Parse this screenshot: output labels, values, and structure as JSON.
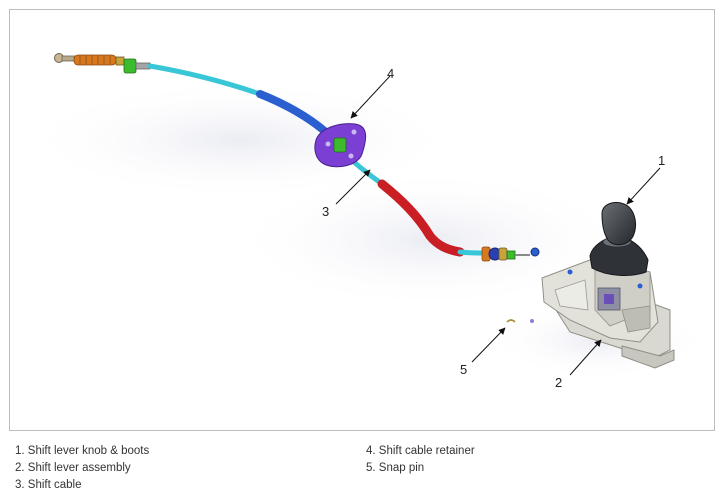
{
  "callouts": {
    "c1": "1",
    "c2": "2",
    "c3": "3",
    "c4": "4",
    "c5": "5"
  },
  "legend": {
    "left": [
      "1. Shift lever knob & boots",
      "2. Shift lever assembly",
      "3. Shift cable"
    ],
    "right": [
      "4. Shift cable retainer",
      "5. Snap pin"
    ]
  },
  "colors": {
    "cable_cyan": "#39c6d6",
    "cable_blue": "#2b5fd0",
    "cable_red": "#c81e24",
    "retainer_purple": "#7b3fd4",
    "bracket_green": "#3dbb2e",
    "spring_orange": "#d8781e",
    "knob_dark": "#3a3d42",
    "assembly_gray": "#d9d9d2"
  }
}
